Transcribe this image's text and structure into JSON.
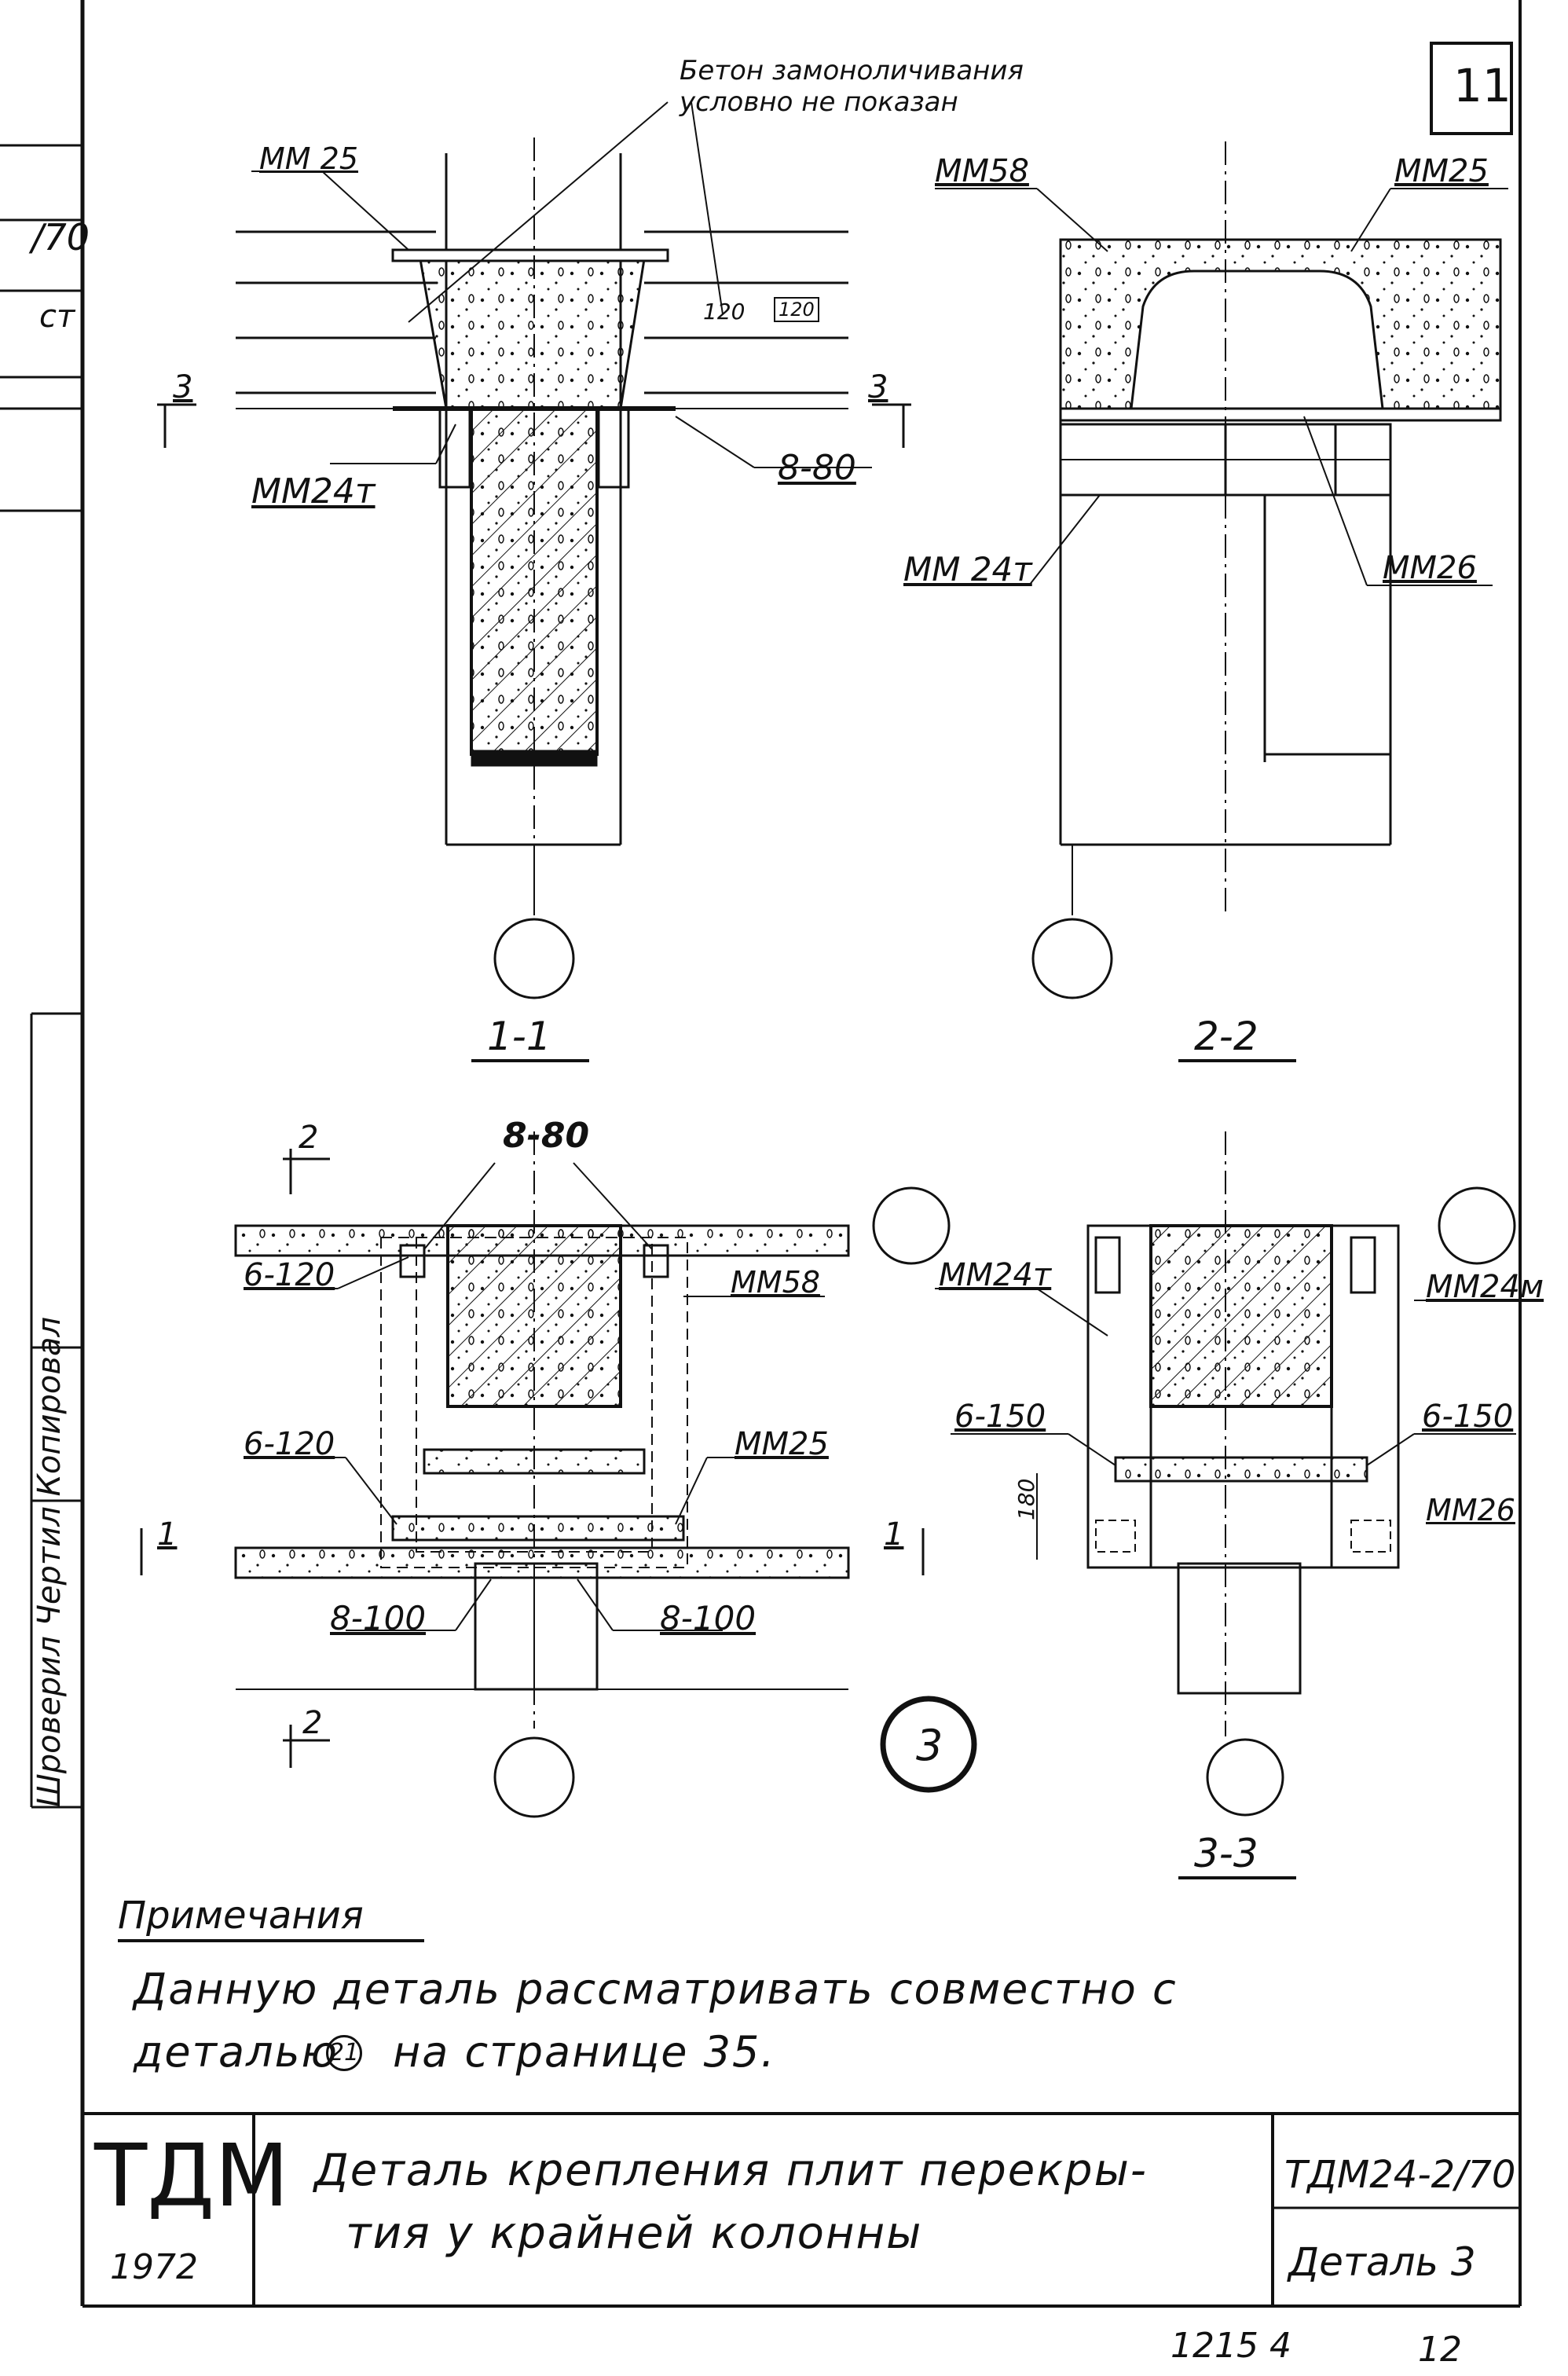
{
  "sheet": {
    "page_number": "11",
    "bottom_code": "1215 4",
    "bottom_page": "12"
  },
  "notes": {
    "header": "Бетон замоноличивания",
    "header2": "условно не показан"
  },
  "labels": {
    "mm25": "ММ25",
    "mm25_top": "ММ 25",
    "mm58": "ММ58",
    "mm58_b": "ММ 58",
    "mm24t": "ММ24т",
    "mm24t_b": "ММ 24т",
    "mm24t_c": "ММ24т",
    "mm24m": "ММ24м",
    "mm26": "ММ26",
    "mm26_b": "ММ26",
    "dim_120": "120",
    "tag_120": "120",
    "weld_8_80": "8-80",
    "weld_8_80_b": "8-80",
    "weld_6_120_a": "6-120",
    "weld_6_120_b": "6-120",
    "weld_8_100_a": "8-100",
    "weld_8_100_b": "8-100",
    "weld_6_150_a": "6-150",
    "weld_6_150_b": "6-150",
    "dim_180": "180",
    "sec_mark_3": "3",
    "sec_mark_2": "2",
    "sec_mark_1": "1",
    "detail_circle": "3"
  },
  "sections": {
    "s1": "1-1",
    "s2": "2-2",
    "s3": "3-3"
  },
  "remarks": {
    "title": "Примечания",
    "line1": "Данную деталь рассматривать совместно с",
    "line2_a": "деталью",
    "line2_ref": "21",
    "line2_b": "на странице 35."
  },
  "titleblock": {
    "logo": "ТДМ",
    "year": "1972",
    "desc1": "Деталь крепления плит перекры-",
    "desc2": "тия у крайней колонны",
    "code": "ТДМ24-2/70",
    "detail": "Деталь 3"
  },
  "margin": {
    "text1": "/70",
    "text2": "ст",
    "text3": "Шроверил  Чертил  Копировал"
  }
}
